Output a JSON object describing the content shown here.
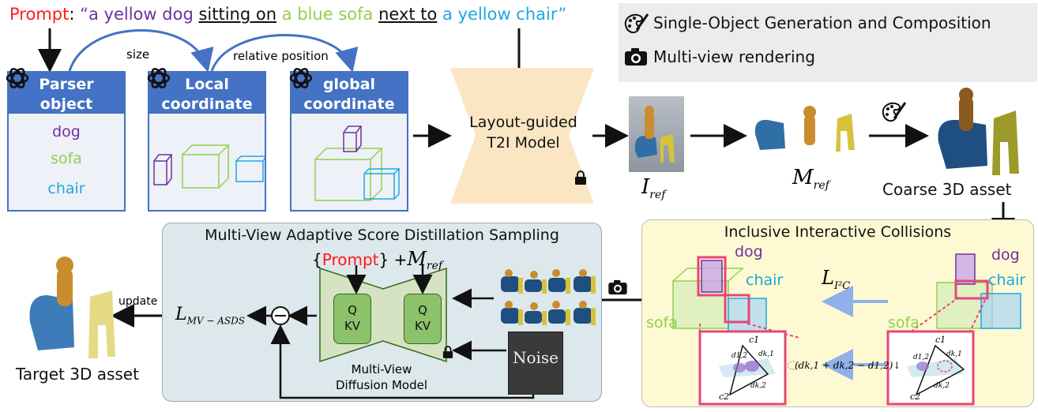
{
  "prompt": {
    "label": "Prompt",
    "colon": ": ",
    "open_quote": "“",
    "part1": "a yellow dog",
    "rel1": "sitting on",
    "part2": "a blue sofa",
    "rel2": "next to",
    "part3": "a yellow chair",
    "close_quote": "”"
  },
  "legend": {
    "item1": "Single-Object Generation and Composition",
    "item2": "Multi-view rendering"
  },
  "edges": {
    "size": "size",
    "relative_position": "relative position",
    "update": "update"
  },
  "columns": {
    "parser": {
      "line1": "Parser",
      "line2": "object"
    },
    "local": {
      "line1": "Local",
      "line2": "coordinate"
    },
    "global": {
      "line1": "global",
      "line2": "coordinate"
    }
  },
  "objects": {
    "dog": "dog",
    "sofa": "sofa",
    "chair": "chair"
  },
  "t2i": {
    "line1": "Layout-guided",
    "line2": "T2I Model"
  },
  "labels": {
    "i_ref": "I",
    "i_ref_sub": "ref",
    "m_ref": "M",
    "m_ref_sub": "ref",
    "coarse": "Coarse 3D asset",
    "target": "Target 3D asset"
  },
  "mvasds": {
    "title": "Multi-View Adaptive Score Distillation Sampling",
    "prompt_open": "{",
    "prompt_word": "Prompt",
    "prompt_close": "}",
    "plus": "+",
    "m": "M",
    "m_sub": "ref",
    "q": "Q",
    "kv": "KV",
    "model_line1": "Multi-View",
    "model_line2": "Diffusion Model",
    "noise": "Noise",
    "loss": "L",
    "loss_sub": "MV − ASDS"
  },
  "iic": {
    "title": "Inclusive Interactive Collisions",
    "loss": "L",
    "loss_sub": "I²C",
    "dog": "dog",
    "chair": "chair",
    "sofa": "sofa",
    "formula": "(d",
    "formula_full": "(dk,1 + dk,2 − d1,2)↓",
    "c1": "c1",
    "c2": "c2",
    "d12": "d1,2",
    "dk1": "dk,1",
    "dk2": "dk,2"
  },
  "colors": {
    "prompt_red": "#ff1a1a",
    "dog": "#7030a0",
    "sofa": "#8fd14f",
    "chair": "#1ea7e0",
    "header_blue": "#4472c4",
    "arrow_blue": "#8fb0e8",
    "pink": "#e8457a"
  }
}
